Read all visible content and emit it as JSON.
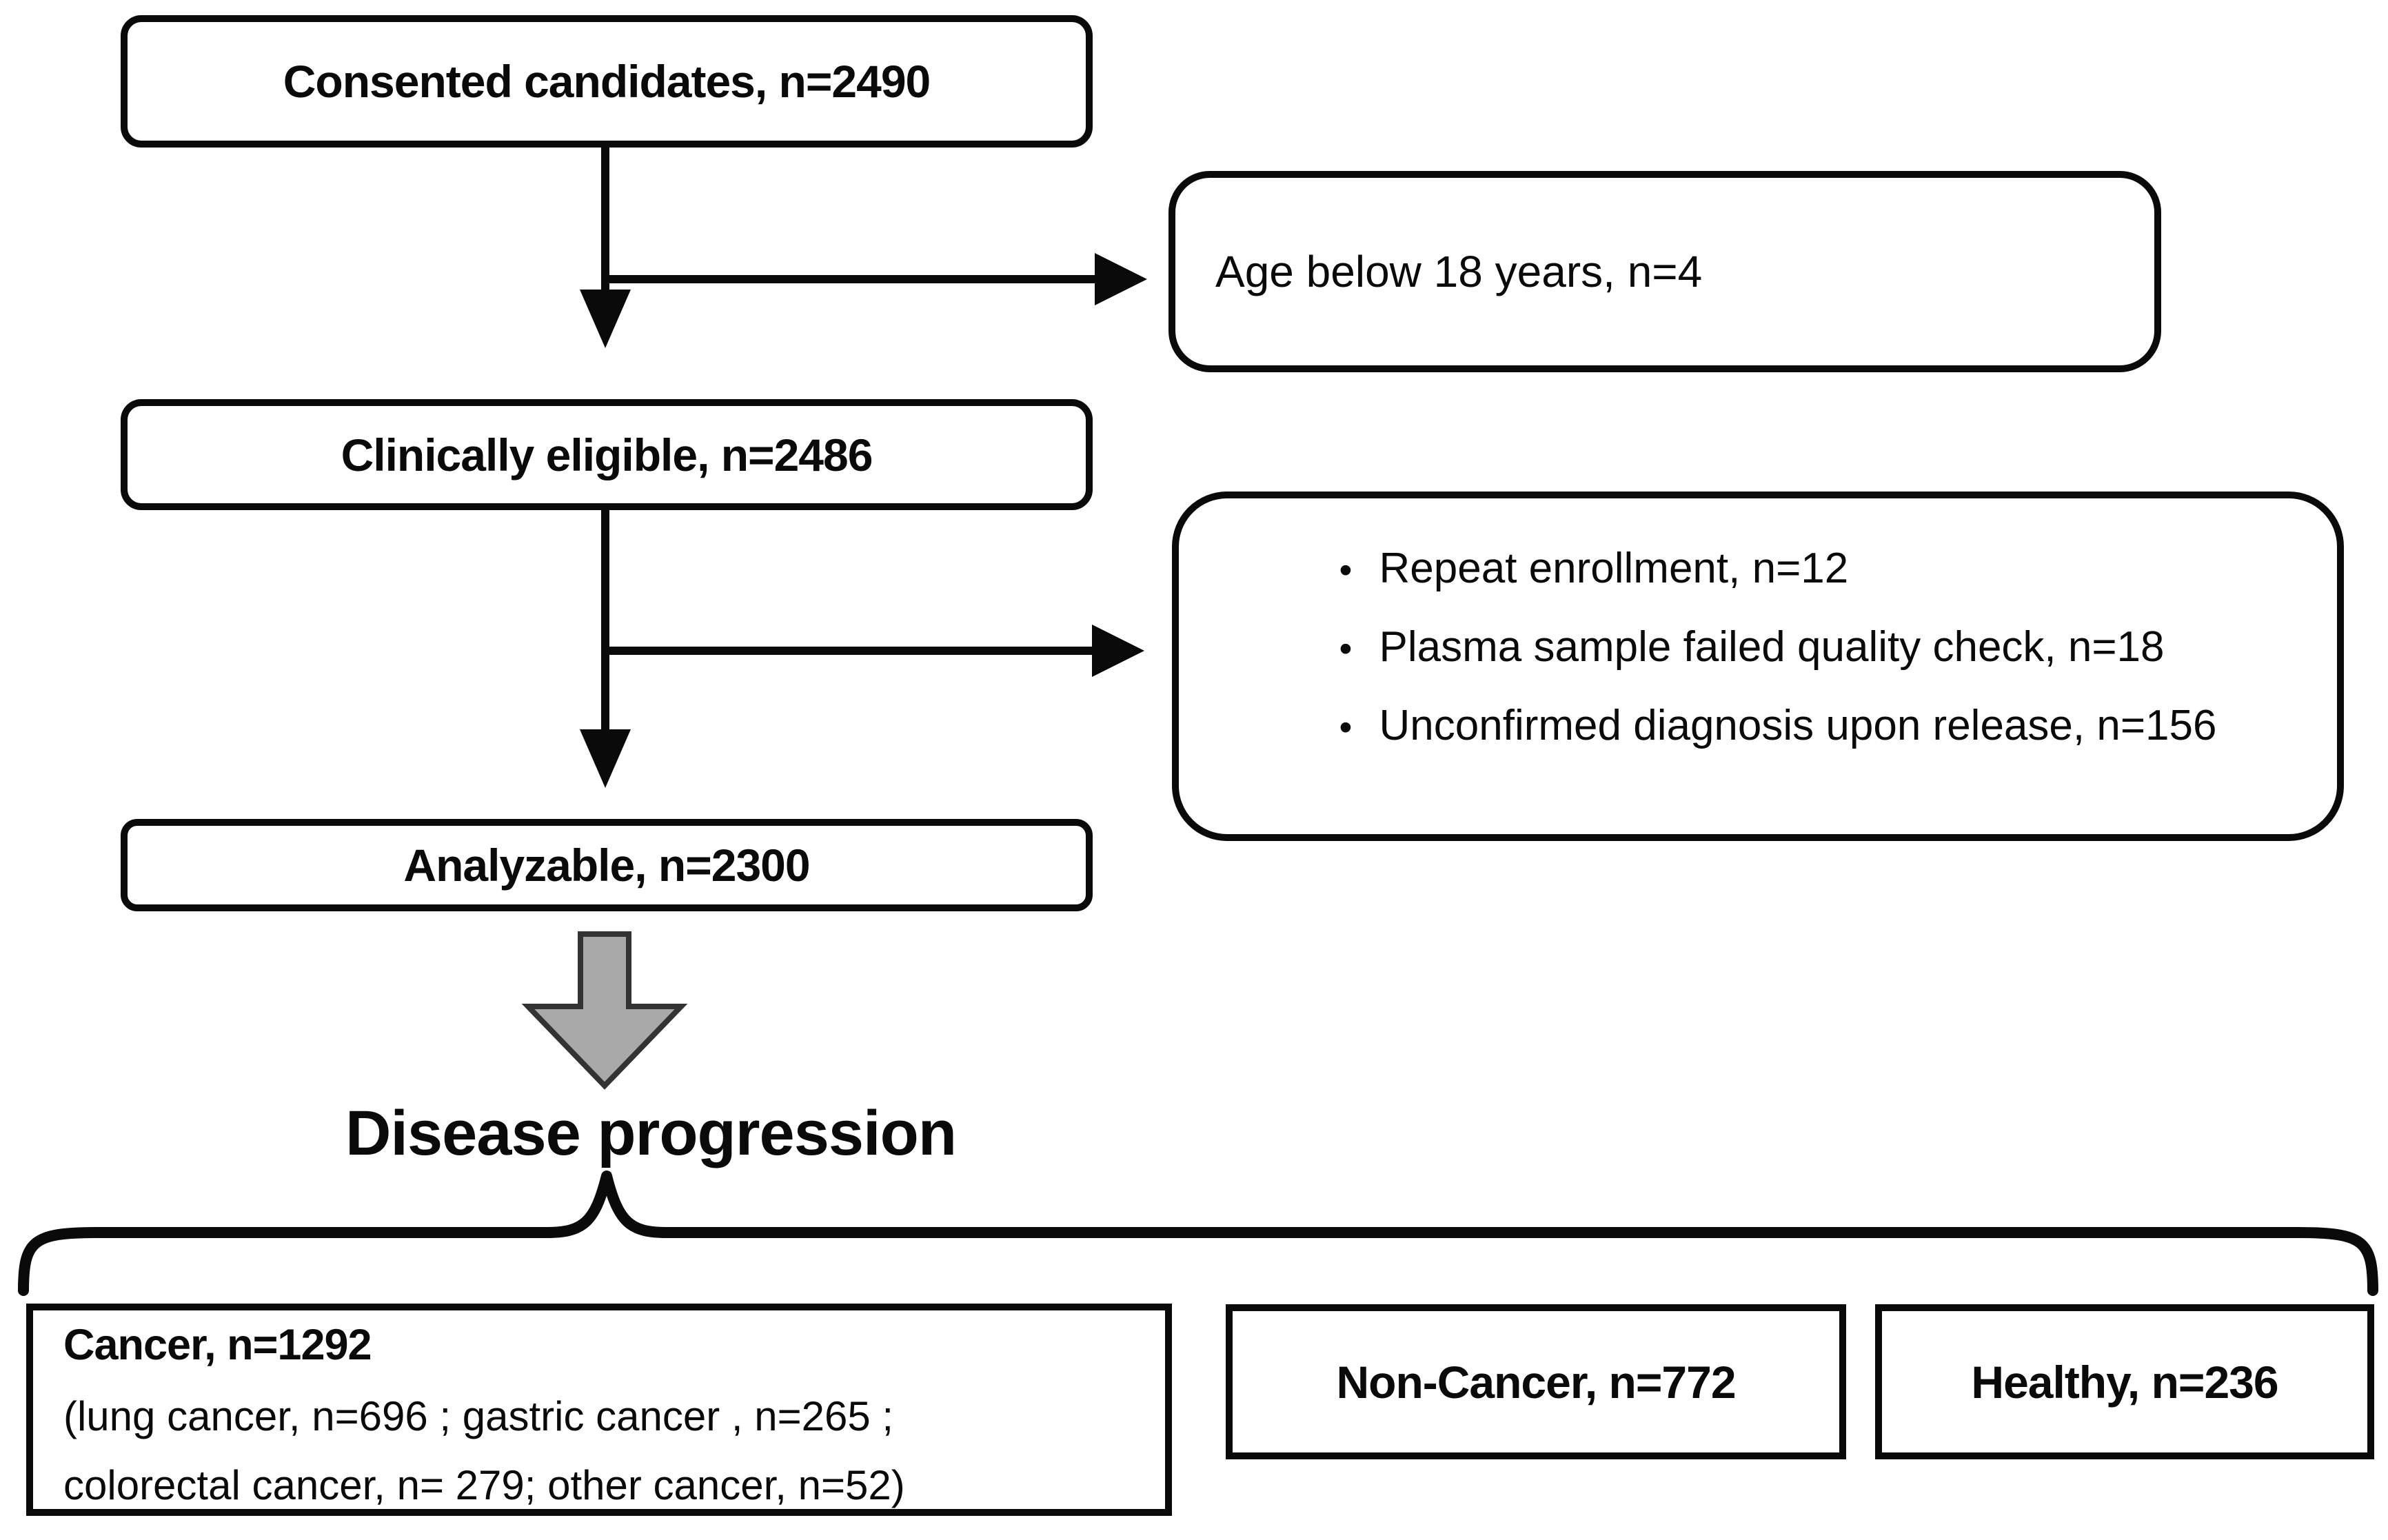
{
  "colors": {
    "line": "#0a0a0a",
    "block_arrow_fill": "#a9a9a9",
    "block_arrow_stroke": "#333333",
    "background": "#ffffff"
  },
  "flow": {
    "consented": "Consented candidates, n=2490",
    "age_excluded": "Age below 18 years, n=4",
    "eligible": "Clinically eligible, n=2486",
    "exclusions": {
      "bullet": "•",
      "items": [
        "Repeat enrollment, n=12",
        "Plasma sample failed quality check, n=18",
        "Unconfirmed diagnosis upon release, n=156"
      ]
    },
    "analyzable": "Analyzable, n=2300",
    "stage_label": "Disease progression",
    "cancer": {
      "title": "Cancer, n=1292",
      "detail_line1": "(lung cancer, n=696 ; gastric cancer , n=265 ;",
      "detail_line2": "colorectal cancer, n= 279; other cancer, n=52)"
    },
    "non_cancer": "Non-Cancer, n=772",
    "healthy": "Healthy, n=236"
  }
}
